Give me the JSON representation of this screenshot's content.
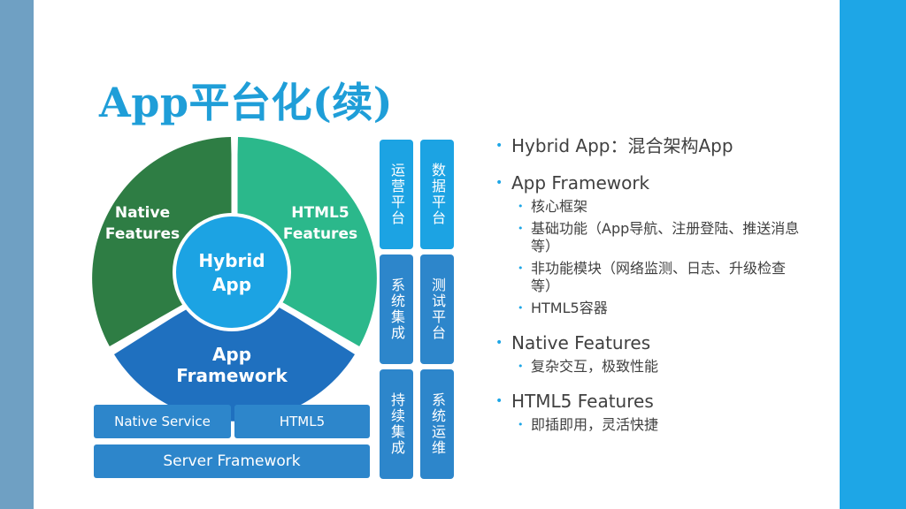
{
  "slide": {
    "title": "App平台化(续)"
  },
  "diagram": {
    "native_features": [
      "Native",
      "Features"
    ],
    "html5_features": [
      "HTML5",
      "Features"
    ],
    "hybrid_app": [
      "Hybrid",
      "App"
    ],
    "app_framework": [
      "App",
      "Framework"
    ],
    "native_service": "Native Service",
    "html5": "HTML5",
    "server_framework": "Server Framework"
  },
  "platforms": [
    {
      "label": "运营平台"
    },
    {
      "label": "数据平台"
    },
    {
      "label": "系统集成"
    },
    {
      "label": "测试平台"
    },
    {
      "label": "持续集成"
    },
    {
      "label": "系统运维"
    }
  ],
  "bullets": {
    "dot": "•",
    "b1": "Hybrid App：混合架构App",
    "b2": "App Framework",
    "b2_sub": [
      "核心框架",
      "基础功能（App导航、注册登陆、推送消息等）",
      "非功能模块（网络监测、日志、升级检查等）",
      "HTML5容器"
    ],
    "b3": "Native Features",
    "b3_sub": [
      "复杂交互，极致性能"
    ],
    "b4": "HTML5 Features",
    "b4_sub": [
      "即插即用，灵活快捷"
    ]
  },
  "colors": {
    "title": "#1f9ed8",
    "native_green": "#2e7d44",
    "html5_green": "#2bb88b",
    "framework_blue": "#1f70bf",
    "hybrid_blue": "#1ca3e3",
    "box_blue": "#2d86cb",
    "band_left": "#6fa0c3",
    "band_right": "#1ea6e6"
  }
}
